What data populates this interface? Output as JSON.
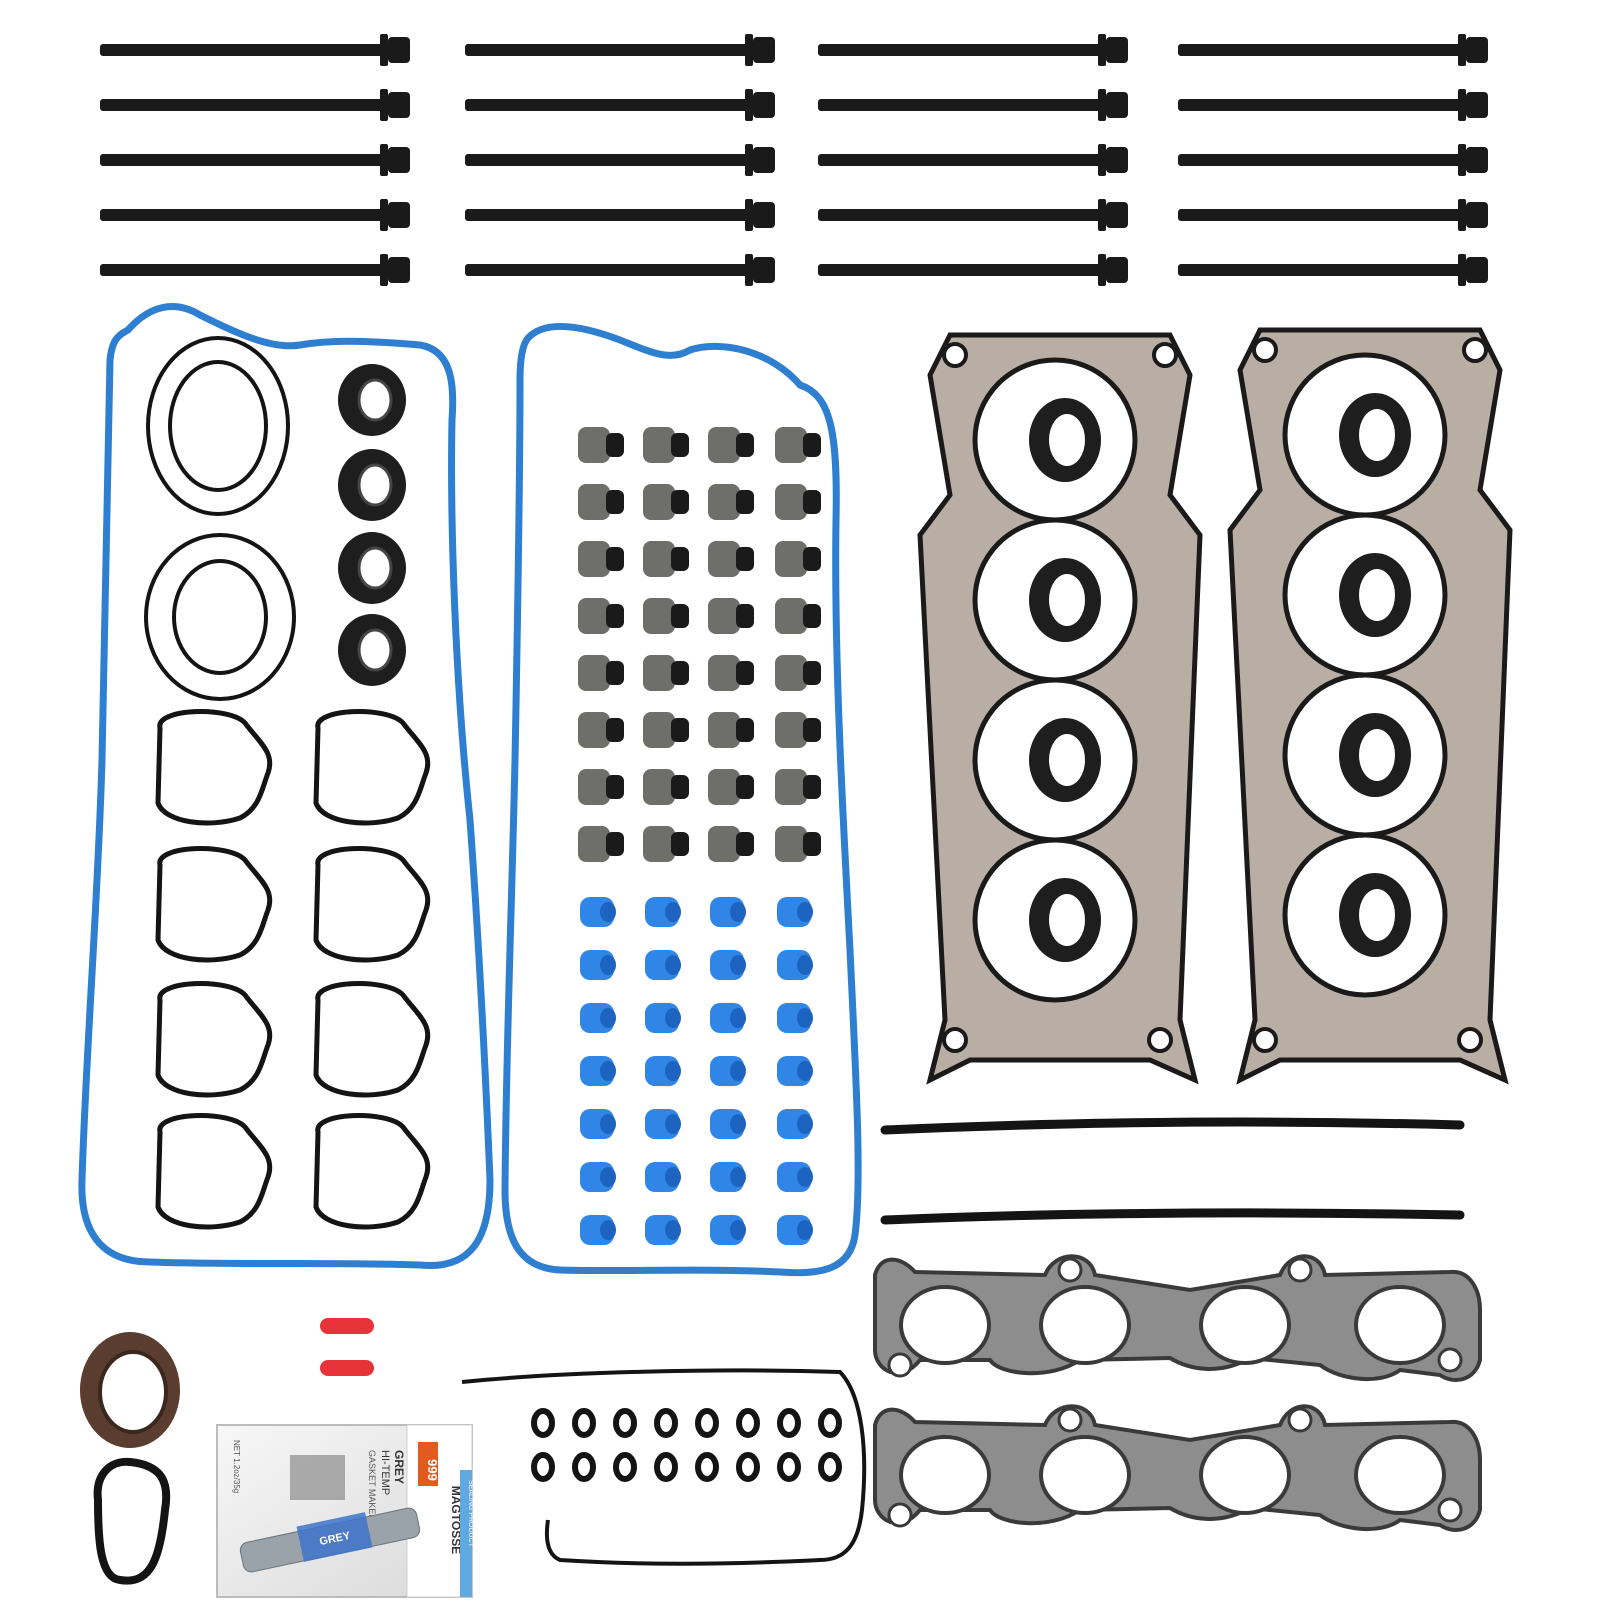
{
  "colors": {
    "background": "#ffffff",
    "bolt": "#1a1a1a",
    "blue_gasket": "#2f7fd1",
    "black_gasket": "#141414",
    "head_gasket_steel": "#b9aea4",
    "exhaust_gasket": "#8d8d8d",
    "valve_seal_grey": "#6e6e6a",
    "valve_seal_blue": "#2f86e6",
    "red_plug": "#e8323a",
    "oil_seal_brown": "#5a3d2e",
    "package_orange": "#e25a1e",
    "package_light": "#eeeeee"
  },
  "bolts": {
    "columns": 4,
    "rows": 5
  },
  "valve_seals": {
    "grey_rows": 8,
    "blue_rows": 7,
    "columns": 4
  },
  "orings": {
    "rows": 2,
    "columns": 8
  },
  "sealant_package": {
    "brand": "MAGTOSSE",
    "code": "999",
    "label_line1": "GREY",
    "label_line2": "HI-TEMP",
    "label_line3": "GASKET MAKER",
    "net": "NET 1.2oz/35g",
    "footer": "SEALING PRODUCT",
    "tube_text": "GREY"
  }
}
